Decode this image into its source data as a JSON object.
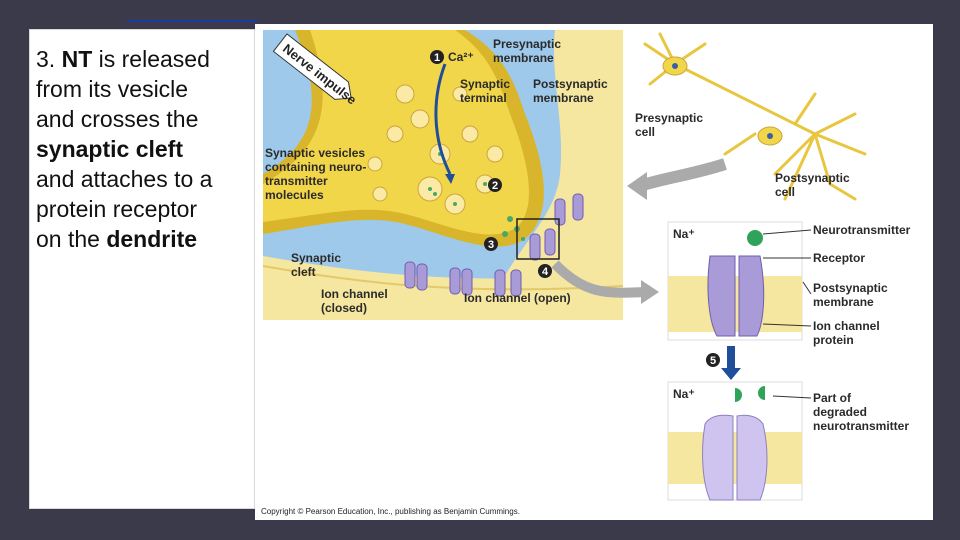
{
  "slide": {
    "text": {
      "prefix": "3. ",
      "nt": "NT",
      "part1": " is released from its vesicle and crosses the ",
      "synaptic_cleft": "synaptic cleft",
      "part2": " and attaches to a protein receptor on the ",
      "dendrite": "dendrite"
    }
  },
  "figure": {
    "labels": {
      "nerve_impulse": "Nerve impulse",
      "ca": "Ca²⁺",
      "presynaptic_membrane_1": "Presynaptic",
      "presynaptic_membrane_2": "membrane",
      "synaptic_terminal_1": "Synaptic",
      "synaptic_terminal_2": "terminal",
      "postsynaptic_membrane_1": "Postsynaptic",
      "postsynaptic_membrane_2": "membrane",
      "vesicles_1": "Synaptic vesicles",
      "vesicles_2": "containing neuro-",
      "vesicles_3": "transmitter",
      "vesicles_4": "molecules",
      "synaptic_cleft_1": "Synaptic",
      "synaptic_cleft_2": "cleft",
      "ion_closed_1": "Ion channel",
      "ion_closed_2": "(closed)",
      "ion_open": "Ion channel (open)",
      "presynaptic_cell_1": "Presynaptic",
      "presynaptic_cell_2": "cell",
      "postsynaptic_cell_1": "Postsynaptic",
      "postsynaptic_cell_2": "cell",
      "na_top": "Na⁺",
      "na_bottom": "Na⁺",
      "neurotransmitter": "Neurotransmitter",
      "receptor": "Receptor",
      "post_membrane2_1": "Postsynaptic",
      "post_membrane2_2": "membrane",
      "ion_protein_1": "Ion channel",
      "ion_protein_2": "protein",
      "degraded_1": "Part of",
      "degraded_2": "degraded",
      "degraded_3": "neurotransmitter",
      "copyright": "Copyright © Pearson Education, Inc., publishing as Benjamin Cummings."
    },
    "steps": [
      "1",
      "2",
      "3",
      "4",
      "5"
    ],
    "colors": {
      "terminal": "#f2d64a",
      "terminal_dark": "#d9b52c",
      "cleft_bg": "#9ec9ea",
      "membrane": "#f5e6a0",
      "channel": "#a99ad8",
      "neurotransmitter": "#2fa35a",
      "arrow_blue": "#1f4f9a"
    }
  }
}
